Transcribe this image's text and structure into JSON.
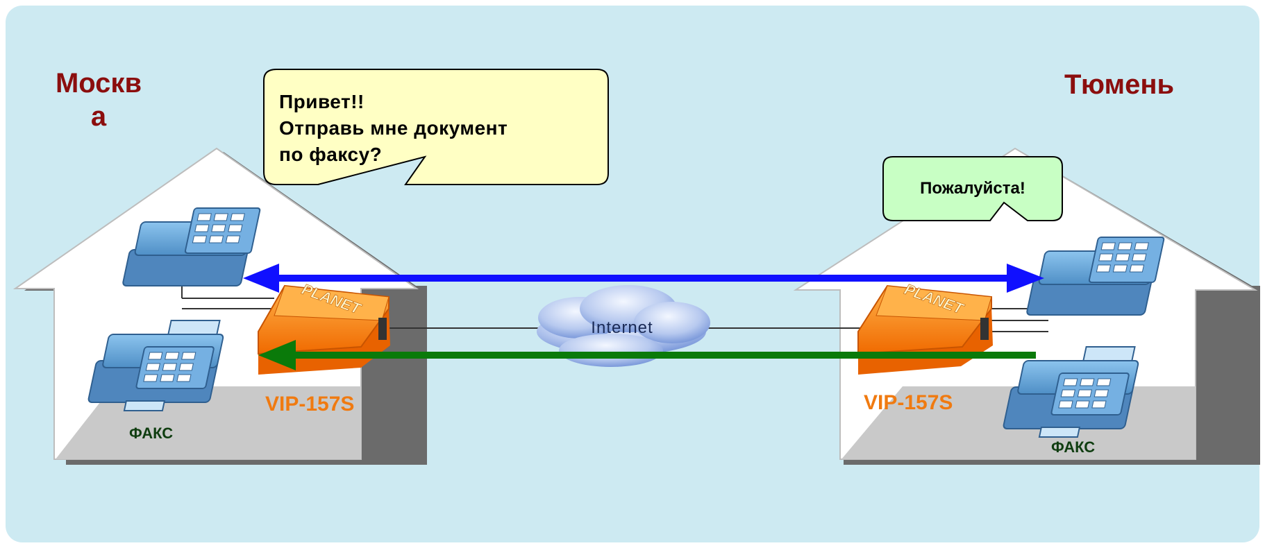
{
  "left_site": {
    "city": "Москв а",
    "device_label": "VIP-157S",
    "fax_label": "ФАКС",
    "speech": [
      "Привет!!",
      "Отправь мне документ",
      "по факсу?"
    ]
  },
  "right_site": {
    "city": "Тюмень",
    "device_label": "VIP-157S",
    "fax_label": "ФАКС",
    "speech": "Пожалуйста!"
  },
  "network": {
    "label": "Internet"
  },
  "device_brand": "PLANET",
  "colors": {
    "background": "#cdeaf2",
    "city": "#8b0e0e",
    "device": "#f07a10",
    "fax_label": "#0f3d10",
    "voice_arrow": "#1010ff",
    "fax_arrow": "#0a7a0a",
    "left_bubble": "#ffffc4",
    "right_bubble": "#c8ffc4"
  },
  "icons": [
    "house-icon",
    "phone-icon",
    "fax-icon",
    "voip-gateway-icon",
    "cloud-icon",
    "speech-bubble-icon",
    "double-arrow-icon",
    "arrow-left-icon"
  ]
}
